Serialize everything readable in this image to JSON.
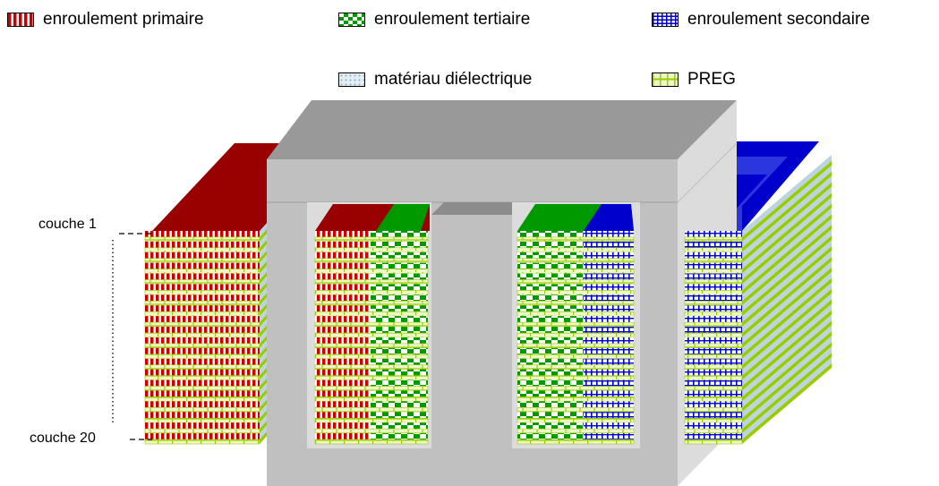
{
  "legend": {
    "primary": "enroulement primaire",
    "tertiary": "enroulement tertiaire",
    "secondary": "enroulement secondaire",
    "dielectric": "matériau diélectrique",
    "preg": "PREG"
  },
  "labels": {
    "first_layer": "couche 1",
    "last_layer": "couche 20"
  },
  "colors": {
    "primary": "#cc0000",
    "primary_top": "#990000",
    "tertiary": "#009900",
    "secondary": "#0000cc",
    "dielectric": "#bcd4e0",
    "preg": "#99cc00",
    "core_front": "#c0c0c0",
    "core_top": "#999999",
    "core_side": "#dcdcdc"
  },
  "layer_count": 20
}
